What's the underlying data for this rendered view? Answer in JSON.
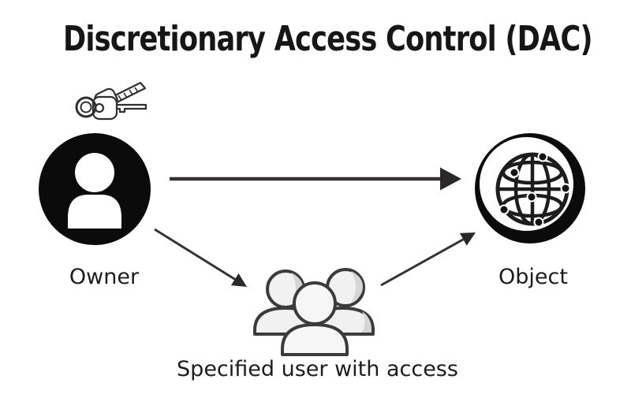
{
  "title": "Discretionary Access Control (DAC)",
  "diagram": {
    "owner": {
      "label": "Owner",
      "icon": "person-circle-icon"
    },
    "object": {
      "label": "Object",
      "icon": "globe-network-icon"
    },
    "specified_users": {
      "label": "Specified user with access",
      "icon": "user-group-icon"
    },
    "owner_attribute_icon": "keys-icon",
    "arrows": [
      {
        "name": "owner-to-object",
        "from": "Owner",
        "to": "Object",
        "style": "solid-thick"
      },
      {
        "name": "owner-to-specified-users",
        "from": "Owner",
        "to": "Specified user with access",
        "style": "solid-thin"
      },
      {
        "name": "specified-users-to-object",
        "from": "Specified user with access",
        "to": "Object",
        "style": "solid-thin"
      }
    ]
  },
  "colors": {
    "background": "#ffffff",
    "ink": "#161616",
    "icon_black": "#0b0b0b",
    "arrow": "#363233",
    "outline": "#3b3b3b",
    "light_fill": "#f1f1f1",
    "shade": "#d6d6d6"
  }
}
